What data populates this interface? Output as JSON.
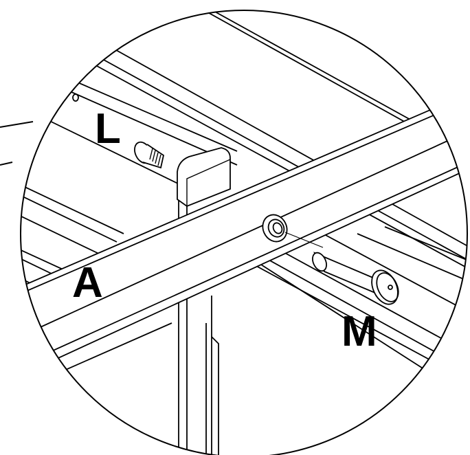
{
  "diagram": {
    "labels": {
      "L": "L",
      "M": "M",
      "A": "A"
    },
    "colors": {
      "line": "#000000",
      "background": "#ffffff"
    }
  }
}
